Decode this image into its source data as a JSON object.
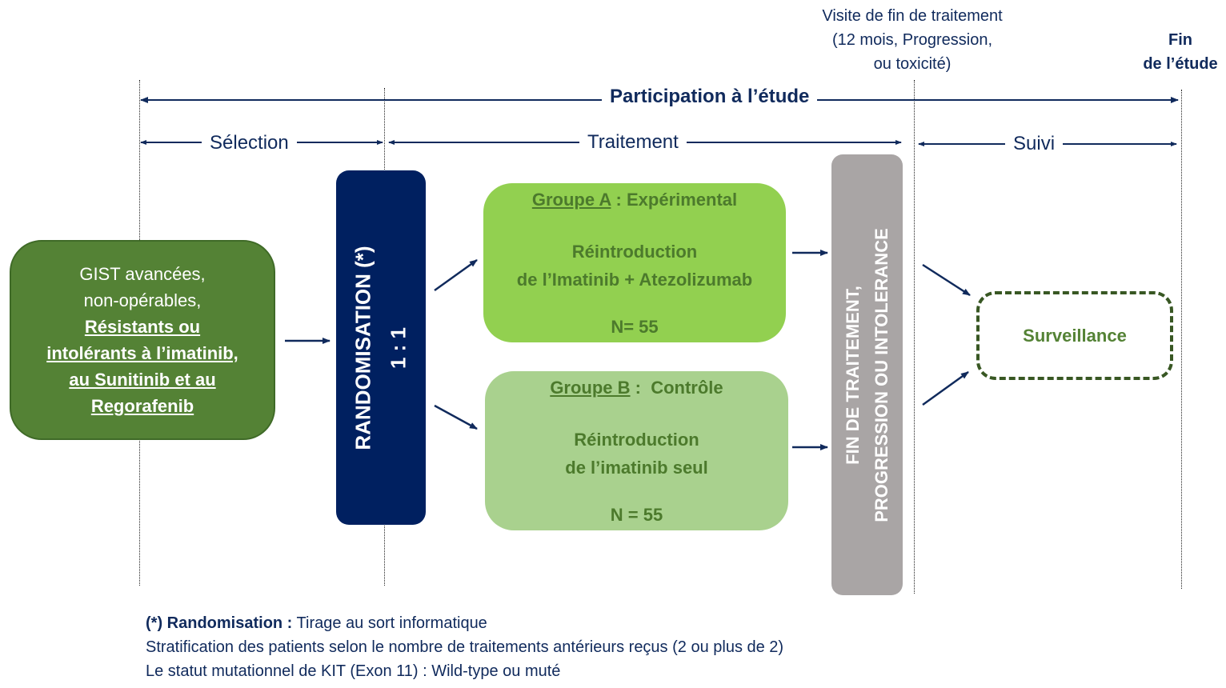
{
  "headers": {
    "visit_line1": "Visite de fin de traitement",
    "visit_line2": "(12 mois, Progression,",
    "visit_line3": "ou toxicité)",
    "end_line1": "Fin",
    "end_line2": "de l’étude"
  },
  "phases": {
    "participation": "Participation à l’étude",
    "selection": "Sélection",
    "treatment": "Traitement",
    "followup": "Suivi"
  },
  "gist": {
    "line1": "GIST avancées,",
    "line2": "non-opérables,",
    "line3": "Résistants ou",
    "line4": "intolérants à l’imatinib,",
    "line5": "au Sunitinib et au",
    "line6": "Regorafenib"
  },
  "randomisation": {
    "line1": "RANDOMISATION (*)",
    "line2": "1 : 1"
  },
  "group_a": {
    "name": "Groupe A",
    "sep": " : ",
    "type": "Expérimental",
    "desc1": "Réintroduction",
    "desc2": "de l’Imatinib + Atezolizumab",
    "n": "N= 55"
  },
  "group_b": {
    "name": "Groupe B",
    "sep": " :  ",
    "type": "Contrôle",
    "desc1": "Réintroduction",
    "desc2": "de l’imatinib seul",
    "n": "N = 55"
  },
  "end_treatment": {
    "line1": "FIN DE TRAITEMENT,",
    "line2": "PROGRESSION OU INTOLERANCE"
  },
  "surveillance": "Surveillance",
  "footnote": {
    "marker": "(*)",
    "term": "Randomisation :",
    "definition": "Tirage au sort informatique",
    "line2": "Stratification des patients selon le nombre de traitements antérieurs reçus (2 ou plus de 2)",
    "line3": "Le statut mutationnel de KIT (Exon 11) :  Wild-type ou muté"
  },
  "colors": {
    "navy": "#002060",
    "dark_green": "#548235",
    "light_green": "#92d050",
    "pale_green": "#a9d18e",
    "gray": "#a9a5a5"
  }
}
